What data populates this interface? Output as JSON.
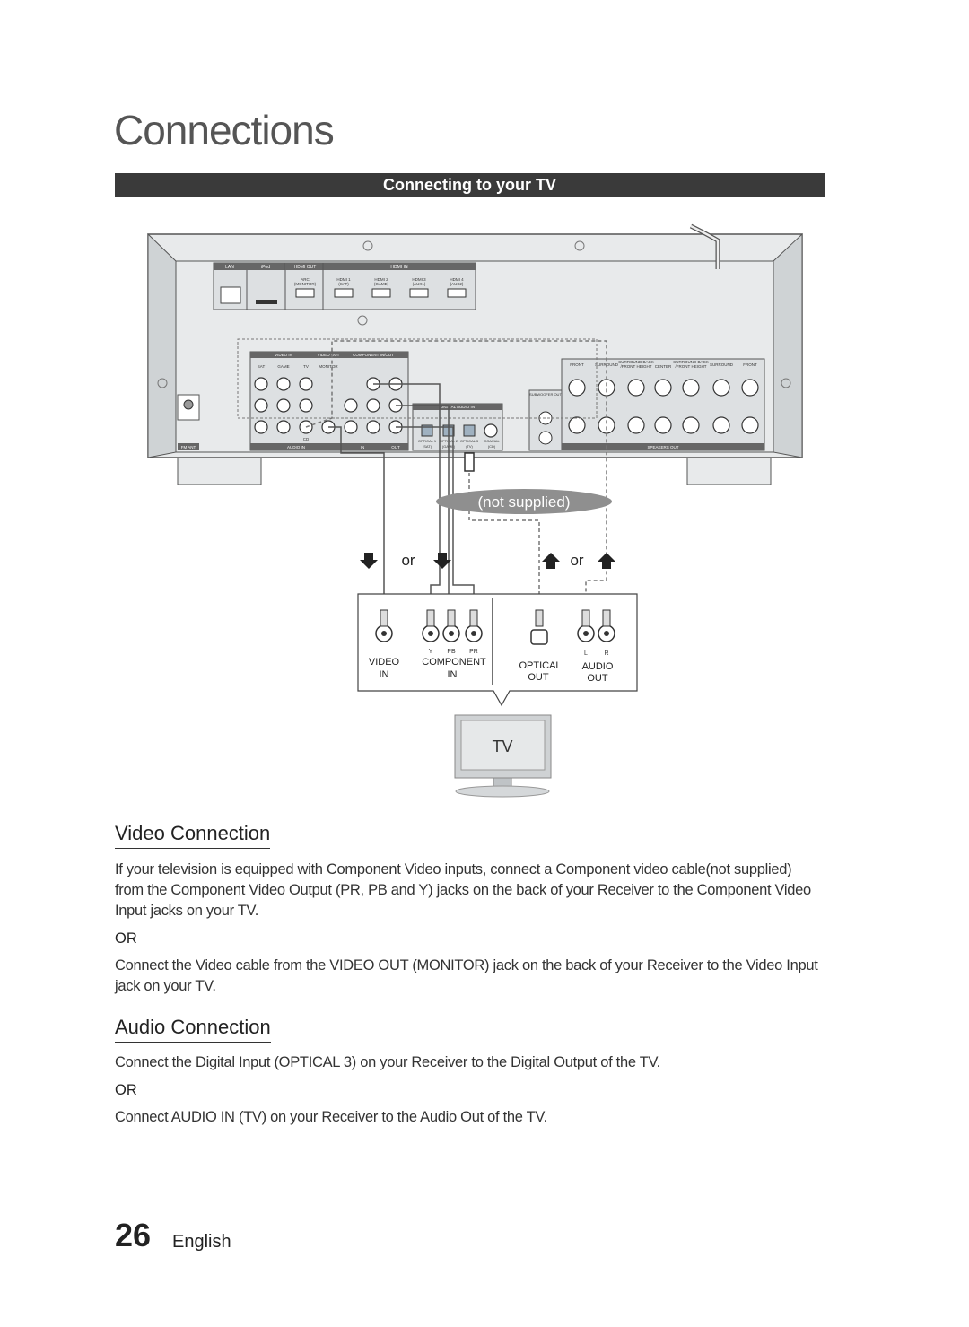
{
  "page_title": "Connections",
  "section_bar": "Connecting to your TV",
  "diagram": {
    "receiver_labels": {
      "lan": "LAN",
      "ipod": "iPod",
      "hdmi_out": "HDMI OUT",
      "hdmi_in": "HDMI IN",
      "arc": "ARC",
      "monitor": "(MONITOR)",
      "hdmi1": "HDMI 1",
      "hdmi1_sub": "(SAT)",
      "hdmi2": "HDMI 2",
      "hdmi2_sub": "(GAME)",
      "hdmi3": "HDMI 3",
      "hdmi3_sub": "(AUX1)",
      "hdmi4": "HDMI 4",
      "hdmi4_sub": "(AUX2)",
      "video_in": "VIDEO IN",
      "video_out": "VIDEO OUT",
      "component_inout": "COMPONENT IN/OUT",
      "sat": "SAT",
      "game": "GAME",
      "tv": "TV",
      "monitor_jack": "MONITOR",
      "audio_in": "AUDIO IN",
      "cd": "CD",
      "in": "IN",
      "out": "OUT",
      "digital_audio_in": "DIGITAL AUDIO IN",
      "subwoofer_out": "SUBWOOFER OUT",
      "fm_ant": "FM ANT",
      "front": "FRONT",
      "surround": "SURROUND",
      "surround_back": "SURROUND BACK",
      "front_height": "/FRONT HEIGHT",
      "center": "CENTER",
      "speakers_out": "SPEAKERS OUT",
      "optical1": "OPTICAL 1",
      "optical2": "OPTICAL 2",
      "optical3": "OPTICAL 3",
      "coaxial": "COAXIAL",
      "opt_sat": "(SAT)",
      "opt_game": "(GAME)",
      "opt_tv": "(TV)",
      "opt_cd": "(CD)"
    },
    "not_supplied": "(not supplied)",
    "or_left": "or",
    "or_right": "or",
    "tv_panel": {
      "video_in_top": "VIDEO",
      "video_in_bottom": "IN",
      "component_top": "COMPONENT",
      "component_bottom": "IN",
      "y": "Y",
      "pb": "PB",
      "pr": "PR",
      "optical_top": "OPTICAL",
      "optical_bottom": "OUT",
      "audio_top": "AUDIO",
      "audio_bottom": "OUT",
      "l": "L",
      "r": "R"
    },
    "tv_label": "TV"
  },
  "video_connection": {
    "heading": "Video Connection",
    "para1": "If your television is equipped with Component Video inputs, connect a Component video cable(not supplied) from the Component Video Output (PR, PB and Y) jacks on the back of your Receiver to the Component Video Input jacks on your TV.",
    "or": "OR",
    "para2": "Connect the Video cable from the VIDEO OUT (MONITOR) jack on the back of your Receiver to the Video Input jack on your TV."
  },
  "audio_connection": {
    "heading": "Audio Connection",
    "para1": "Connect the Digital Input (OPTICAL 3) on your Receiver to the Digital Output of the TV.",
    "or": "OR",
    "para2": "Connect AUDIO IN (TV) on your Receiver to the Audio Out of the TV."
  },
  "footer": {
    "page_number": "26",
    "language": "English"
  }
}
